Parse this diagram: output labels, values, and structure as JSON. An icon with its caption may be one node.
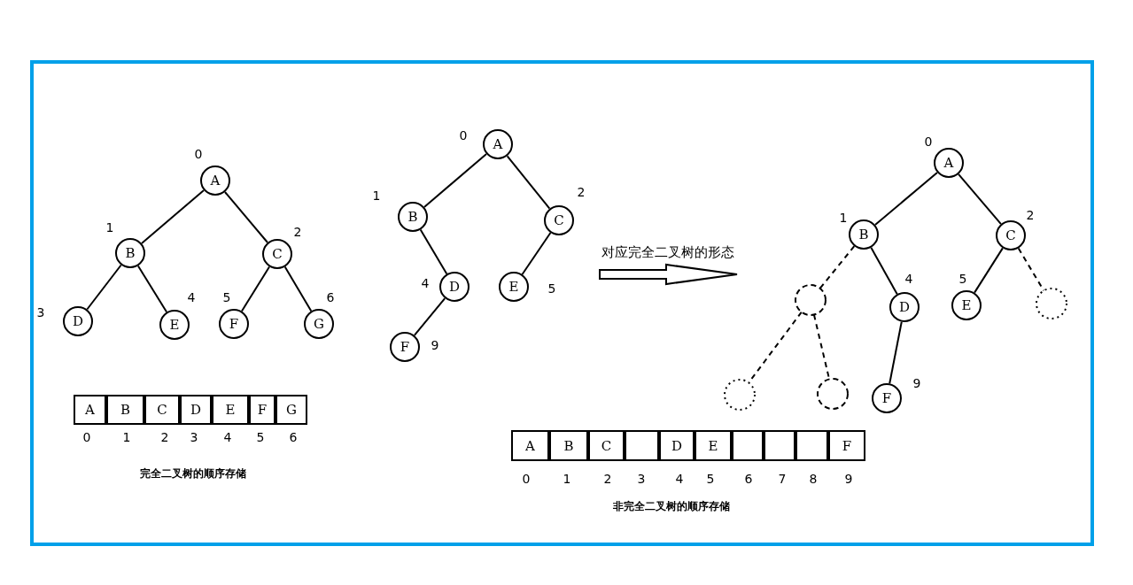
{
  "diagram": {
    "nodes": [
      {
        "text": [
          "A"
        ],
        "beside": [
          "0"
        ]
      },
      {
        "text": [
          "B"
        ],
        "beside": [
          "1"
        ]
      },
      {
        "text": [
          "C"
        ],
        "beside": [
          "2"
        ]
      },
      {
        "text": [
          "D"
        ],
        "beside": [
          "3"
        ]
      },
      {
        "text": [
          "E"
        ],
        "beside": [
          "4"
        ]
      },
      {
        "text": [
          "F"
        ],
        "beside": [
          "5"
        ]
      },
      {
        "text": [
          "G"
        ],
        "beside": [
          "6"
        ]
      },
      {
        "text": [
          "A"
        ],
        "beside": [
          "0"
        ]
      },
      {
        "text": [
          "B"
        ],
        "beside": [
          "1"
        ]
      },
      {
        "text": [
          "C"
        ],
        "beside": [
          "2"
        ]
      },
      {
        "text": [
          "D"
        ],
        "beside": [
          "3"
        ]
      },
      {
        "text": [
          "E"
        ],
        "beside": [
          "4"
        ]
      },
      {
        "text": [
          "F"
        ],
        "beside": [
          "5"
        ]
      },
      {
        "text": [
          "G"
        ],
        "beside": [
          "6"
        ]
      },
      {
        "text": [
          "A"
        ],
        "beside": [
          "0"
        ]
      },
      {
        "text": [
          "B"
        ],
        "beside": [
          "1"
        ]
      },
      {
        "text": [
          "C"
        ],
        "beside": [
          "2"
        ]
      },
      {
        "text": [
          "D"
        ],
        "beside": [
          "4"
        ]
      },
      {
        "text": [
          "E"
        ],
        "beside": [
          "5"
        ]
      },
      {
        "text": [
          "F"
        ],
        "beside": [
          "9"
        ]
      },
      {
        "text": [
          "A"
        ],
        "beside": [
          "0"
        ]
      },
      {
        "text": [
          "B"
        ],
        "beside": [
          "1"
        ]
      },
      {
        "text": [
          "C"
        ],
        "beside": [
          "2"
        ]
      },
      {
        "text": [],
        "shape": "circle"
      },
      {
        "text": [
          "D"
        ],
        "beside": [
          "4"
        ]
      },
      {
        "text": [
          "E"
        ],
        "beside": [
          "5"
        ]
      },
      {
        "text": [],
        "shape": "circle"
      },
      {
        "text": [],
        "shape": "circle"
      },
      {
        "text": [],
        "shape": "circle"
      },
      {
        "text": [
          "F"
        ],
        "beside": [
          "9"
        ]
      },
      {
        "text": [
          "A"
        ],
        "beside": [
          "0"
        ]
      },
      {
        "text": [
          "B"
        ],
        "beside": [
          "1"
        ]
      },
      {
        "text": [
          "C"
        ],
        "beside": [
          "2"
        ]
      },
      {
        "text": [],
        "shape": "box",
        "beside": [
          "3"
        ]
      },
      {
        "text": [
          "D"
        ],
        "beside": [
          "4"
        ]
      },
      {
        "text": [
          "E"
        ],
        "beside": [
          "5"
        ]
      },
      {
        "text": [],
        "shape": "box",
        "beside": [
          "6"
        ]
      },
      {
        "text": [],
        "shape": "box",
        "beside": [
          "7"
        ]
      },
      {
        "text": [],
        "shape": "box",
        "beside": [
          "8"
        ]
      },
      {
        "text": [
          "F"
        ],
        "beside": [
          "9"
        ]
      }
    ],
    "edges": [
      {
        "from": 0,
        "to": 1,
        "arrow": "none"
      },
      {
        "from": 0,
        "to": 2,
        "arrow": "none"
      },
      {
        "from": 1,
        "to": 3,
        "arrow": "none"
      },
      {
        "from": 1,
        "to": 4,
        "arrow": "none"
      },
      {
        "from": 2,
        "to": 5,
        "arrow": "none"
      },
      {
        "from": 2,
        "to": 6,
        "arrow": "none"
      },
      {
        "from": 14,
        "to": 15,
        "arrow": "none"
      },
      {
        "from": 14,
        "to": 16,
        "arrow": "none"
      },
      {
        "from": 15,
        "to": 17,
        "arrow": "none"
      },
      {
        "from": 16,
        "to": 18,
        "arrow": "none"
      },
      {
        "from": 17,
        "to": 19,
        "arrow": "none"
      },
      {
        "from": 20,
        "to": 21,
        "arrow": "none"
      },
      {
        "from": 20,
        "to": 22,
        "arrow": "none"
      },
      {
        "from": 21,
        "to": 23,
        "arrow": "none",
        "style": "dashed"
      },
      {
        "from": 21,
        "to": 24,
        "arrow": "none"
      },
      {
        "from": 22,
        "to": 25,
        "arrow": "none"
      },
      {
        "from": 22,
        "to": 26,
        "arrow": "none",
        "style": "dashed"
      },
      {
        "from": 23,
        "to": 27,
        "arrow": "none",
        "style": "dashed"
      },
      {
        "from": 23,
        "to": 28,
        "arrow": "none",
        "style": "dashed"
      },
      {
        "from": 24,
        "to": 29,
        "arrow": "none"
      }
    ],
    "labels": [
      "完全二叉树的顺序存储",
      "对应完全二叉树的形态",
      "非完全二叉树的顺序存储"
    ]
  }
}
